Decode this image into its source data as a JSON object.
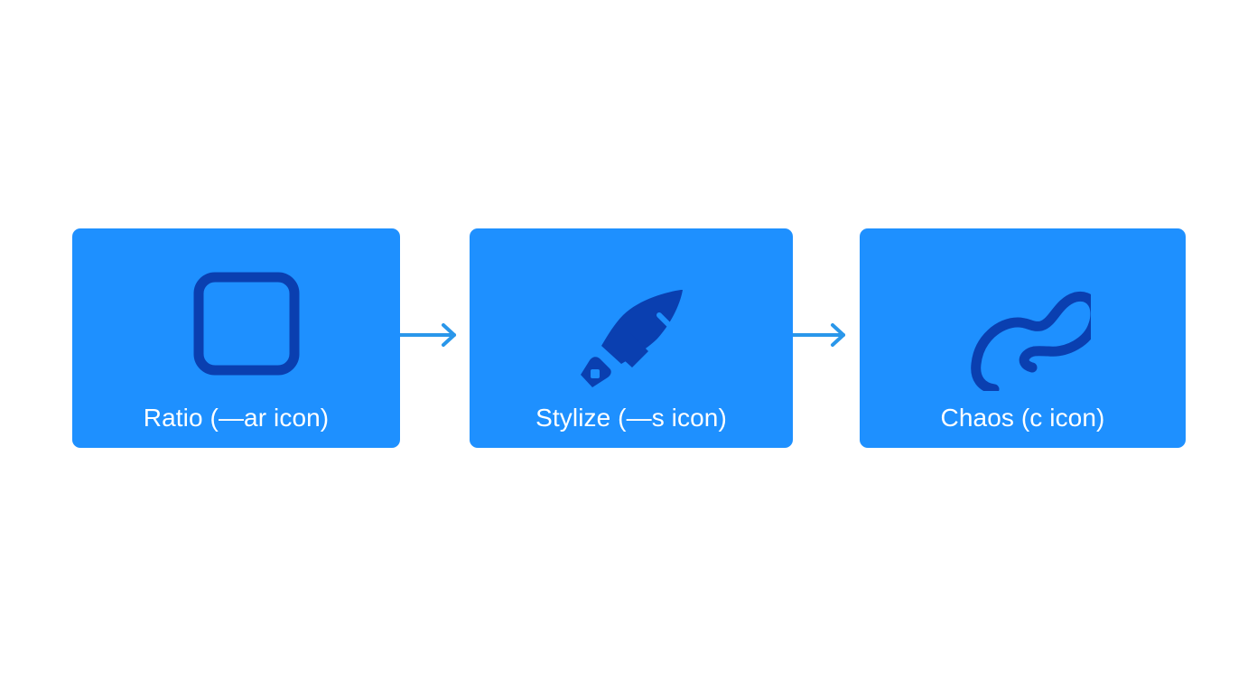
{
  "colors": {
    "background": "#ffffff",
    "card": "#1e90ff",
    "icon": "#0a3fb0",
    "label": "#ffffff",
    "arrow": "#2a97ea"
  },
  "steps": [
    {
      "label": "Ratio (—ar icon)",
      "icon": "rounded-square-icon"
    },
    {
      "label": "Stylize (—s icon)",
      "icon": "paintbrush-icon"
    },
    {
      "label": "Chaos (c icon)",
      "icon": "squiggle-icon"
    }
  ],
  "connectors": [
    {
      "icon": "arrow-right-icon"
    },
    {
      "icon": "arrow-right-icon"
    }
  ]
}
